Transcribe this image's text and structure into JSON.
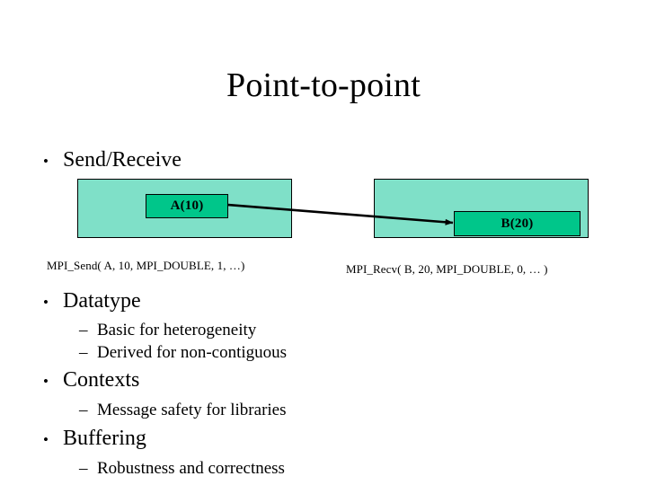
{
  "slide": {
    "title": "Point-to-point",
    "background_color": "#ffffff",
    "text_color": "#000000"
  },
  "bullets": [
    {
      "level": 1,
      "marker": "•",
      "text": "Send/Receive"
    },
    {
      "level": 1,
      "marker": "•",
      "text": "Datatype"
    },
    {
      "level": 2,
      "marker": "–",
      "text": "Basic for heterogeneity"
    },
    {
      "level": 2,
      "marker": "–",
      "text": "Derived for non-contiguous"
    },
    {
      "level": 1,
      "marker": "•",
      "text": "Contexts"
    },
    {
      "level": 2,
      "marker": "–",
      "text": "Message safety for libraries"
    },
    {
      "level": 1,
      "marker": "•",
      "text": "Buffering"
    },
    {
      "level": 2,
      "marker": "–",
      "text": "Robustness and correctness"
    }
  ],
  "diagram": {
    "outer_fill": "#7FE0C8",
    "inner_fill": "#00C68A",
    "border_color": "#000000",
    "arrow_color": "#000000",
    "left_process": {
      "buffer_label": "A(10)",
      "call_label": "MPI_Send( A, 10, MPI_DOUBLE, 1, …)"
    },
    "right_process": {
      "buffer_label": "B(20)",
      "call_label": "MPI_Recv( B, 20, MPI_DOUBLE, 0, … )"
    },
    "arrow": {
      "from": "A(10)",
      "to": "B(20)",
      "direction": "left-to-right"
    }
  }
}
